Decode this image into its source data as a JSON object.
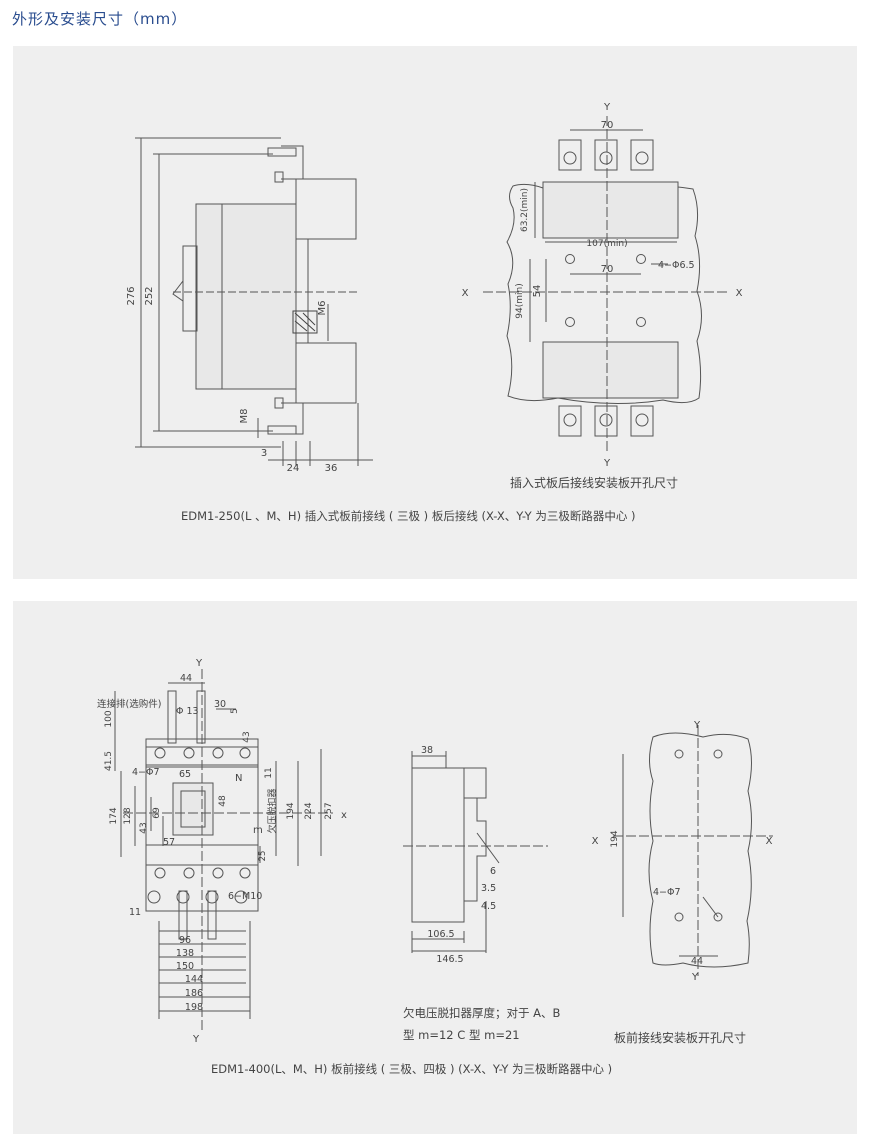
{
  "page_title": "外形及安装尺寸（mm）",
  "panel1": {
    "side_view": {
      "dims": {
        "h276": "276",
        "h252": "252",
        "m6": "M6",
        "m8": "M8",
        "d3": "3",
        "d24": "24",
        "d36": "36"
      }
    },
    "cutout": {
      "y_top": "Y",
      "y_bottom": "Y",
      "x_left": "X",
      "x_right": "X",
      "dims": {
        "w70_top": "70",
        "h63": "63.2(min)",
        "w107": "107(min)",
        "w70_mid": "70",
        "holes": "4−Φ6.5",
        "h94": "94(min)",
        "h54": "54"
      },
      "caption": "插入式板后接线安装板开孔尺寸"
    },
    "caption": "EDM1-250(L 、M、H) 插入式板前接线 ( 三极 ) 板后接线    (X-X、Y-Y 为三极断路器中心 )"
  },
  "panel2": {
    "front_view": {
      "y_top": "Y",
      "y_bottom": "Y",
      "x_right": "x",
      "labels": {
        "connector": "连接排(选购件)",
        "phi13": "Φ 13",
        "four_phi7": "4−Φ7",
        "n": "N",
        "m": "m",
        "undervoltage": "欠压脱扣器",
        "six_m10": "6−M10"
      },
      "dims": {
        "d44": "44",
        "d30": "30",
        "d5": "5",
        "d100": "100",
        "d43": "43",
        "d41_5": "41.5",
        "d65": "65",
        "d11a": "11",
        "d48": "48",
        "d174": "174",
        "d128": "128",
        "d69": "69",
        "d57": "57",
        "d43b": "43",
        "d194": "194",
        "d224": "224",
        "d257": "257",
        "d25": "25",
        "d11b": "11",
        "d96": "96",
        "d138": "138",
        "d150": "150",
        "d144": "144",
        "d186": "186",
        "d198": "198"
      }
    },
    "side_view": {
      "dims": {
        "d38": "38",
        "d6": "6",
        "d3_5": "3.5",
        "d4_5": "4.5",
        "d106_5": "106.5",
        "d146_5": "146.5"
      }
    },
    "cutout": {
      "y_top": "Y",
      "y_bottom": "Y",
      "x_left": "X",
      "x_right": "X",
      "dims": {
        "d194": "194",
        "holes": "4−Φ7",
        "d44": "44"
      },
      "caption": "板前接线安装板开孔尺寸"
    },
    "note_line1": "欠电压脱扣器厚度；对于 A、B",
    "note_line2": "型 m=12  C 型 m=21",
    "caption": "EDM1-400(L、M、H) 板前接线 ( 三极、四极 )    (X-X、Y-Y 为三极断路器中心 )"
  }
}
